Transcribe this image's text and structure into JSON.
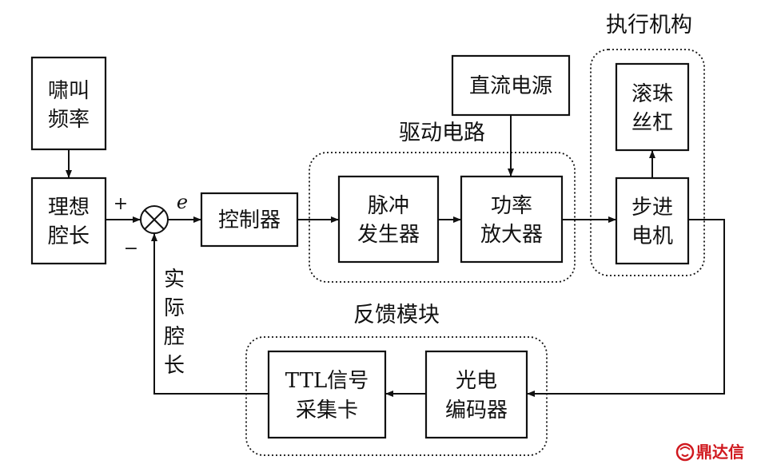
{
  "groups": {
    "actuator": "执行机构",
    "driver": "驱动电路",
    "feedback": "反馈模块"
  },
  "blocks": {
    "chirp_freq": [
      "啸叫",
      "频率"
    ],
    "ideal_len": [
      "理想",
      "腔长"
    ],
    "controller": [
      "控制器"
    ],
    "pulse_gen": [
      "脉冲",
      "发生器"
    ],
    "dc_power": [
      "直流电源"
    ],
    "power_amp": [
      "功率",
      "放大器"
    ],
    "ball_screw": [
      "滚珠",
      "丝杠"
    ],
    "stepper": [
      "步进",
      "电机"
    ],
    "encoder": [
      "光电",
      "编码器"
    ],
    "ttl_card": [
      "TTL信号",
      "采集卡"
    ]
  },
  "labels": {
    "plus": "+",
    "minus": "−",
    "error": "e",
    "actual_len": [
      "实",
      "际",
      "腔",
      "长"
    ]
  },
  "watermark": "鼎达信",
  "colors": {
    "stroke": "#111111",
    "watermark": "#d0191f"
  }
}
